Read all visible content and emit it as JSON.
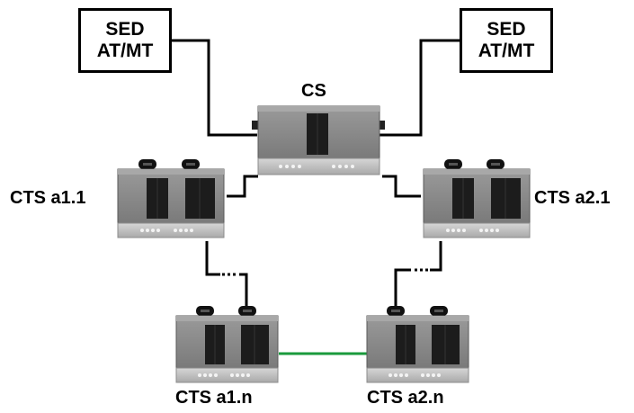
{
  "nodes": {
    "sed_left": {
      "line1": "SED",
      "line2": "AT/MT"
    },
    "sed_right": {
      "line1": "SED",
      "line2": "AT/MT"
    },
    "cs": {
      "label": "CS"
    },
    "cts_a1_1": {
      "label": "CTS a1.1"
    },
    "cts_a2_1": {
      "label": "CTS a2.1"
    },
    "cts_a1_n": {
      "label": "CTS a1.n"
    },
    "cts_a2_n": {
      "label": "CTS a2.n"
    }
  },
  "colors": {
    "link": "#000000",
    "ring_link": "#1a9a3c",
    "cabinet_body": "#8a8a8a",
    "cabinet_base": "#bdbdbd"
  }
}
